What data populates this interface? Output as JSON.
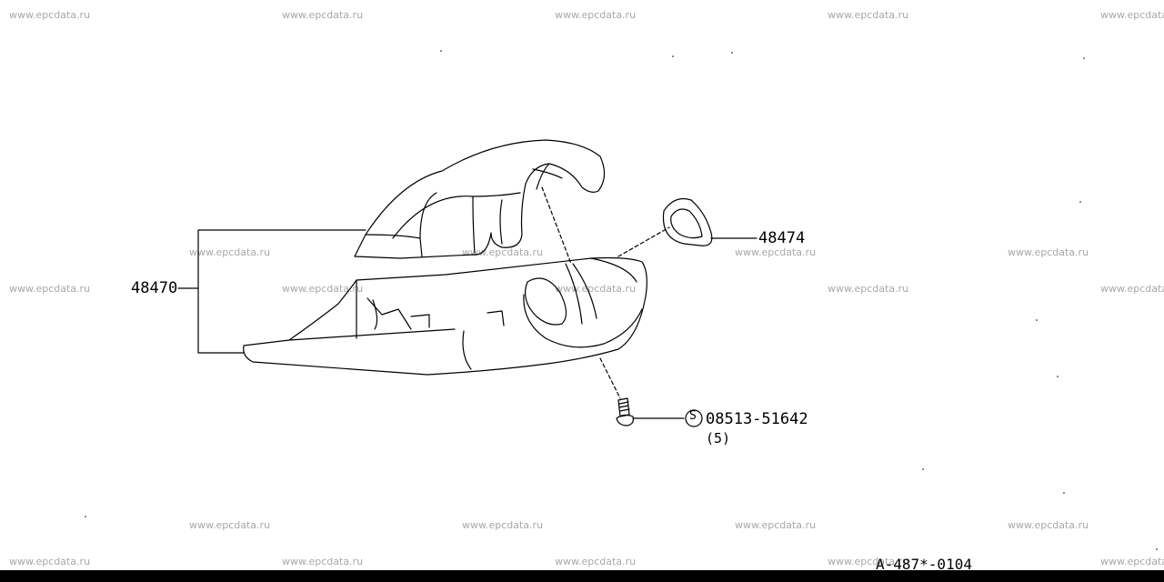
{
  "watermark": "www.epcdata.ru",
  "parts": {
    "cover": "48470",
    "ring": "48474",
    "screw_symbol": "S",
    "screw": "08513-51642",
    "screw_qty": "(5)"
  },
  "figure_code": "A-487*-0104"
}
